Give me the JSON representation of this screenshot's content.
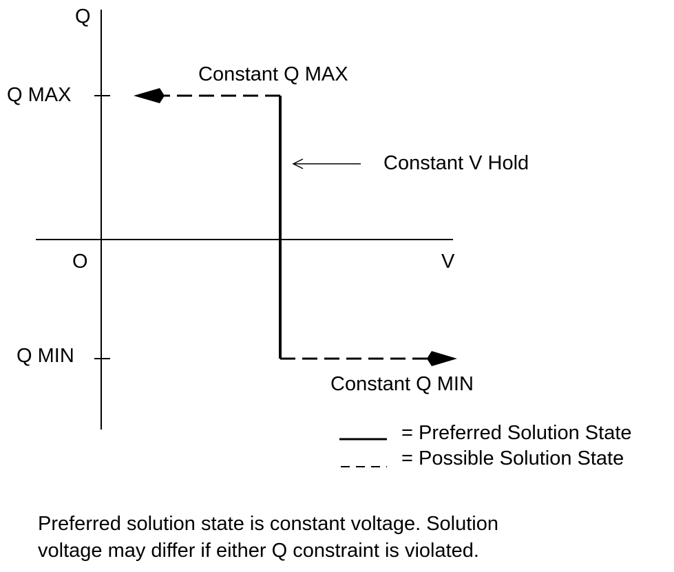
{
  "axes": {
    "y_label": "Q",
    "x_label": "V",
    "origin_label": "O"
  },
  "levels": {
    "q_max": "Q MAX",
    "q_min": "Q MIN"
  },
  "annotations": {
    "constant_q_max": "Constant Q MAX",
    "constant_v_hold": "Constant V Hold",
    "constant_q_min": "Constant Q MIN"
  },
  "legend": {
    "preferred": "= Preferred Solution State",
    "possible": "= Possible Solution State"
  },
  "caption": {
    "line1": "Preferred solution state is constant voltage. Solution",
    "line2": "voltage may differ if either Q constraint is violated."
  },
  "colors": {
    "ink": "#000000",
    "background": "#ffffff"
  }
}
